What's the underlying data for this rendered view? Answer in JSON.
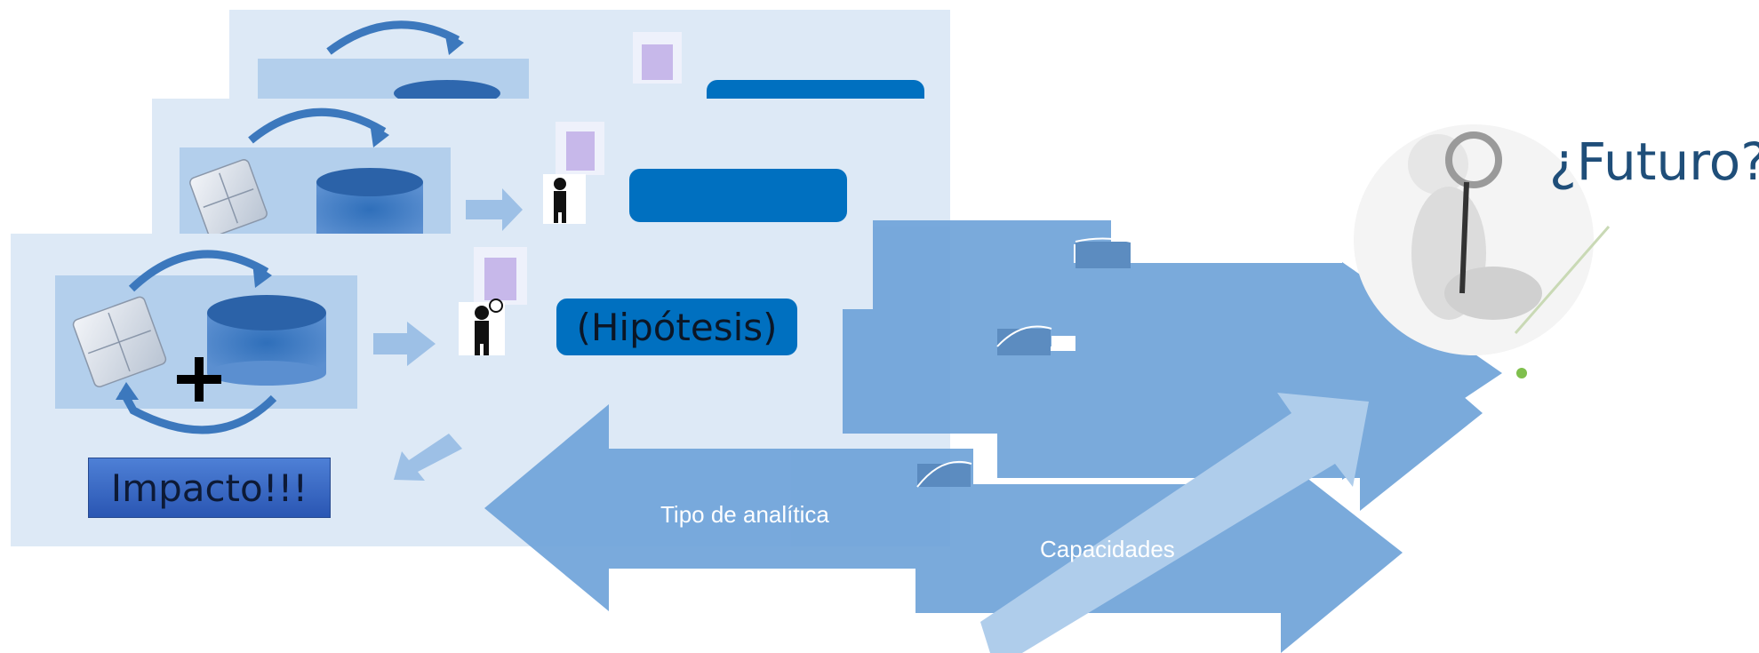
{
  "labels": {
    "hipotesis": "(Hipótesis)",
    "impacto": "Impacto!!!",
    "futuro": "¿Futuro?",
    "tipo_analitica": "Tipo de analítica",
    "capacidades": "Capacidades"
  },
  "colors": {
    "slide_bg": "#dde9f6",
    "arrow_blue": "#6fa3d9",
    "pill_blue": "#0070c0",
    "diagonal_arrow": "#a9c9ea",
    "title_blue": "#1f4e79"
  },
  "icons": [
    "puzzle-icon",
    "database-icon",
    "cycle-arrow-icon",
    "building-icon",
    "thinking-person-icon",
    "magnifier-figure-icon",
    "plus-icon"
  ]
}
